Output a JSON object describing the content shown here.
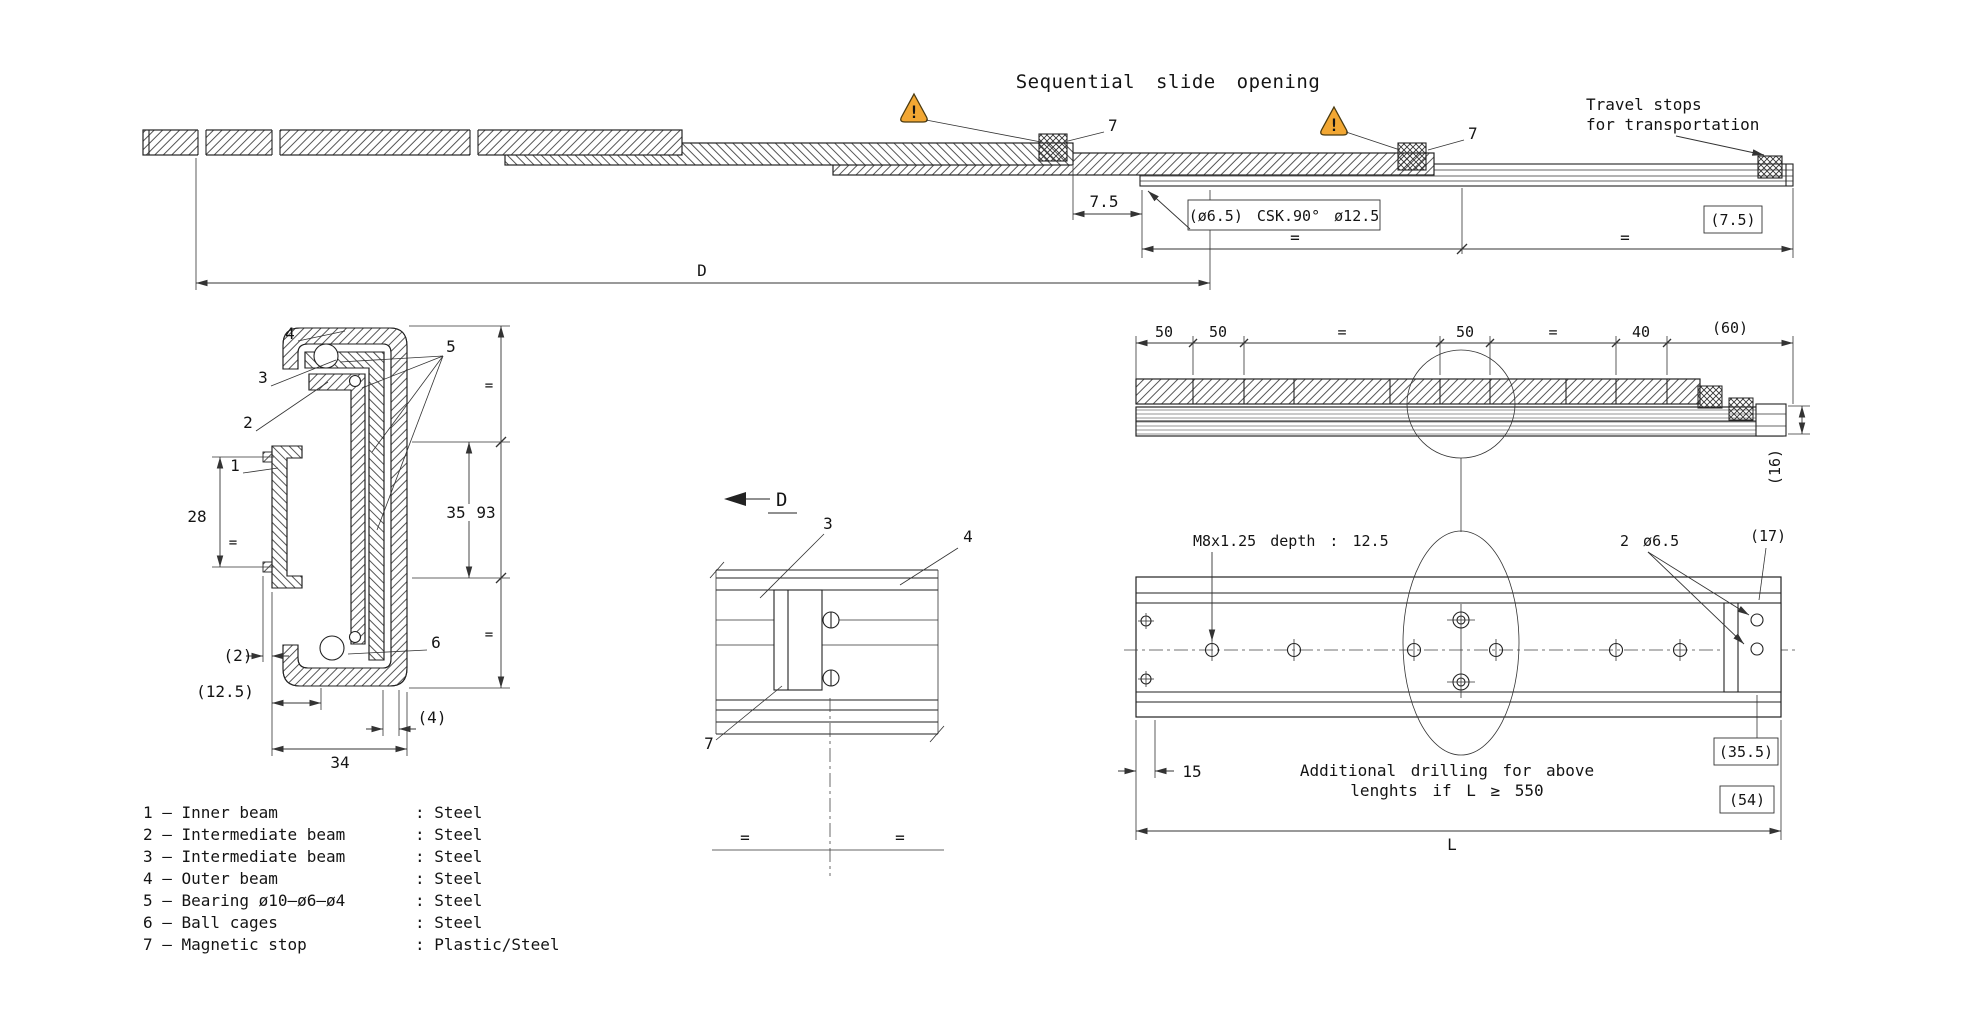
{
  "assembly": {
    "title": "Sequential slide opening",
    "warning_mark": "!",
    "travel_stops_line1": "Travel stops",
    "travel_stops_line2": "for transportation",
    "callout_stop_left": "7",
    "callout_stop_right": "7",
    "dim_offset_left": "7.5",
    "csk_note": "(ø6.5) CSK.90° ø12.5",
    "dim_offset_right": "(7.5)",
    "eq_left": "=",
    "eq_right": "=",
    "dim_overall": "D"
  },
  "cross_section": {
    "callout_1": "1",
    "callout_2": "2",
    "callout_3": "3",
    "callout_4": "4",
    "callout_5": "5",
    "callout_6": "6",
    "dim_28": "28",
    "eq_28": "=",
    "dim_35": "35",
    "dim_93": "93",
    "eq_top": "=",
    "eq_bottom": "=",
    "dim_2": "(2)",
    "dim_12_5": "(12.5)",
    "dim_4": "(4)",
    "dim_34": "34"
  },
  "detail": {
    "label": "D",
    "callout_3": "3",
    "callout_4": "4",
    "callout_7": "7",
    "eq_left": "=",
    "eq_right": "="
  },
  "profile": {
    "dims": [
      "50",
      "50",
      "=",
      "50",
      "=",
      "40",
      "(60)"
    ],
    "dim_height": "(16)"
  },
  "drilling": {
    "thread_note": "M8x1.25 depth : 12.5",
    "holes_note": "2 ø6.5",
    "dim_17": "(17)",
    "dim_15": "15",
    "note_line1": "Additional drilling for above",
    "note_line2": "lenghts if L ≥ 550",
    "dim_35_5": "(35.5)",
    "dim_54": "(54)",
    "dim_length": "L"
  },
  "parts_list": {
    "rows": [
      {
        "item": "1 – Inner beam",
        "material": ": Steel"
      },
      {
        "item": "2 – Intermediate beam",
        "material": ": Steel"
      },
      {
        "item": "3 – Intermediate beam",
        "material": ": Steel"
      },
      {
        "item": "4 – Outer beam",
        "material": ": Steel"
      },
      {
        "item": "5 – Bearing ø10–ø6–ø4",
        "material": ": Steel"
      },
      {
        "item": "6 – Ball cages",
        "material": ": Steel"
      },
      {
        "item": "7 – Magnetic stop",
        "material": ": Plastic/Steel"
      }
    ]
  }
}
